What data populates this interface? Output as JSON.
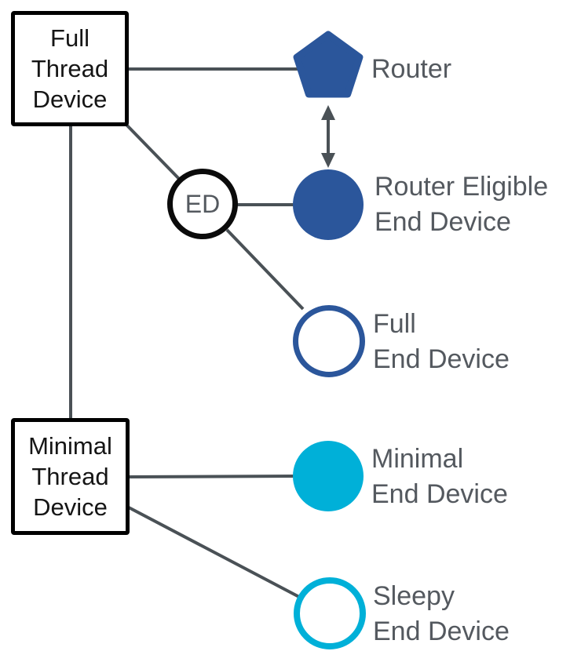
{
  "diagram": {
    "title": "Thread device types topology",
    "colors": {
      "background": "#ffffff",
      "line": "#4a5156",
      "label_text": "#54595f",
      "box_border": "#000000",
      "box_text": "#151515",
      "navy": "#2b569b",
      "cyan": "#00b0d8"
    },
    "nodes": {
      "full_thread_device": {
        "label": "Full\nThread\nDevice",
        "shape": "square-outline",
        "color": "#000000"
      },
      "minimal_thread_device": {
        "label": "Minimal\nThread\nDevice",
        "shape": "square-outline",
        "color": "#000000"
      },
      "ed_badge": {
        "label": "ED",
        "shape": "circle-outline",
        "color": "#000000"
      },
      "router": {
        "label": "Router",
        "shape": "pentagon-filled",
        "color": "#2b569b"
      },
      "router_eligible_end_device": {
        "label": "Router Eligible\nEnd Device",
        "shape": "circle-filled",
        "color": "#2b569b"
      },
      "full_end_device": {
        "label": "Full\nEnd Device",
        "shape": "circle-outline",
        "color": "#2b569b"
      },
      "minimal_end_device": {
        "label": "Minimal\nEnd Device",
        "shape": "circle-filled",
        "color": "#00b0d8"
      },
      "sleepy_end_device": {
        "label": "Sleepy\nEnd Device",
        "shape": "circle-outline",
        "color": "#00b0d8"
      }
    },
    "edges": [
      {
        "from": "full_thread_device",
        "to": "router",
        "style": "plain"
      },
      {
        "from": "full_thread_device",
        "to": "ed_badge",
        "style": "plain"
      },
      {
        "from": "full_thread_device",
        "to": "minimal_thread_device",
        "style": "plain"
      },
      {
        "from": "ed_badge",
        "to": "router_eligible_end_device",
        "style": "plain"
      },
      {
        "from": "ed_badge",
        "to": "full_end_device",
        "style": "plain"
      },
      {
        "from": "minimal_thread_device",
        "to": "minimal_end_device",
        "style": "plain"
      },
      {
        "from": "minimal_thread_device",
        "to": "sleepy_end_device",
        "style": "plain"
      },
      {
        "from": "router",
        "to": "router_eligible_end_device",
        "style": "double-arrow"
      }
    ]
  }
}
